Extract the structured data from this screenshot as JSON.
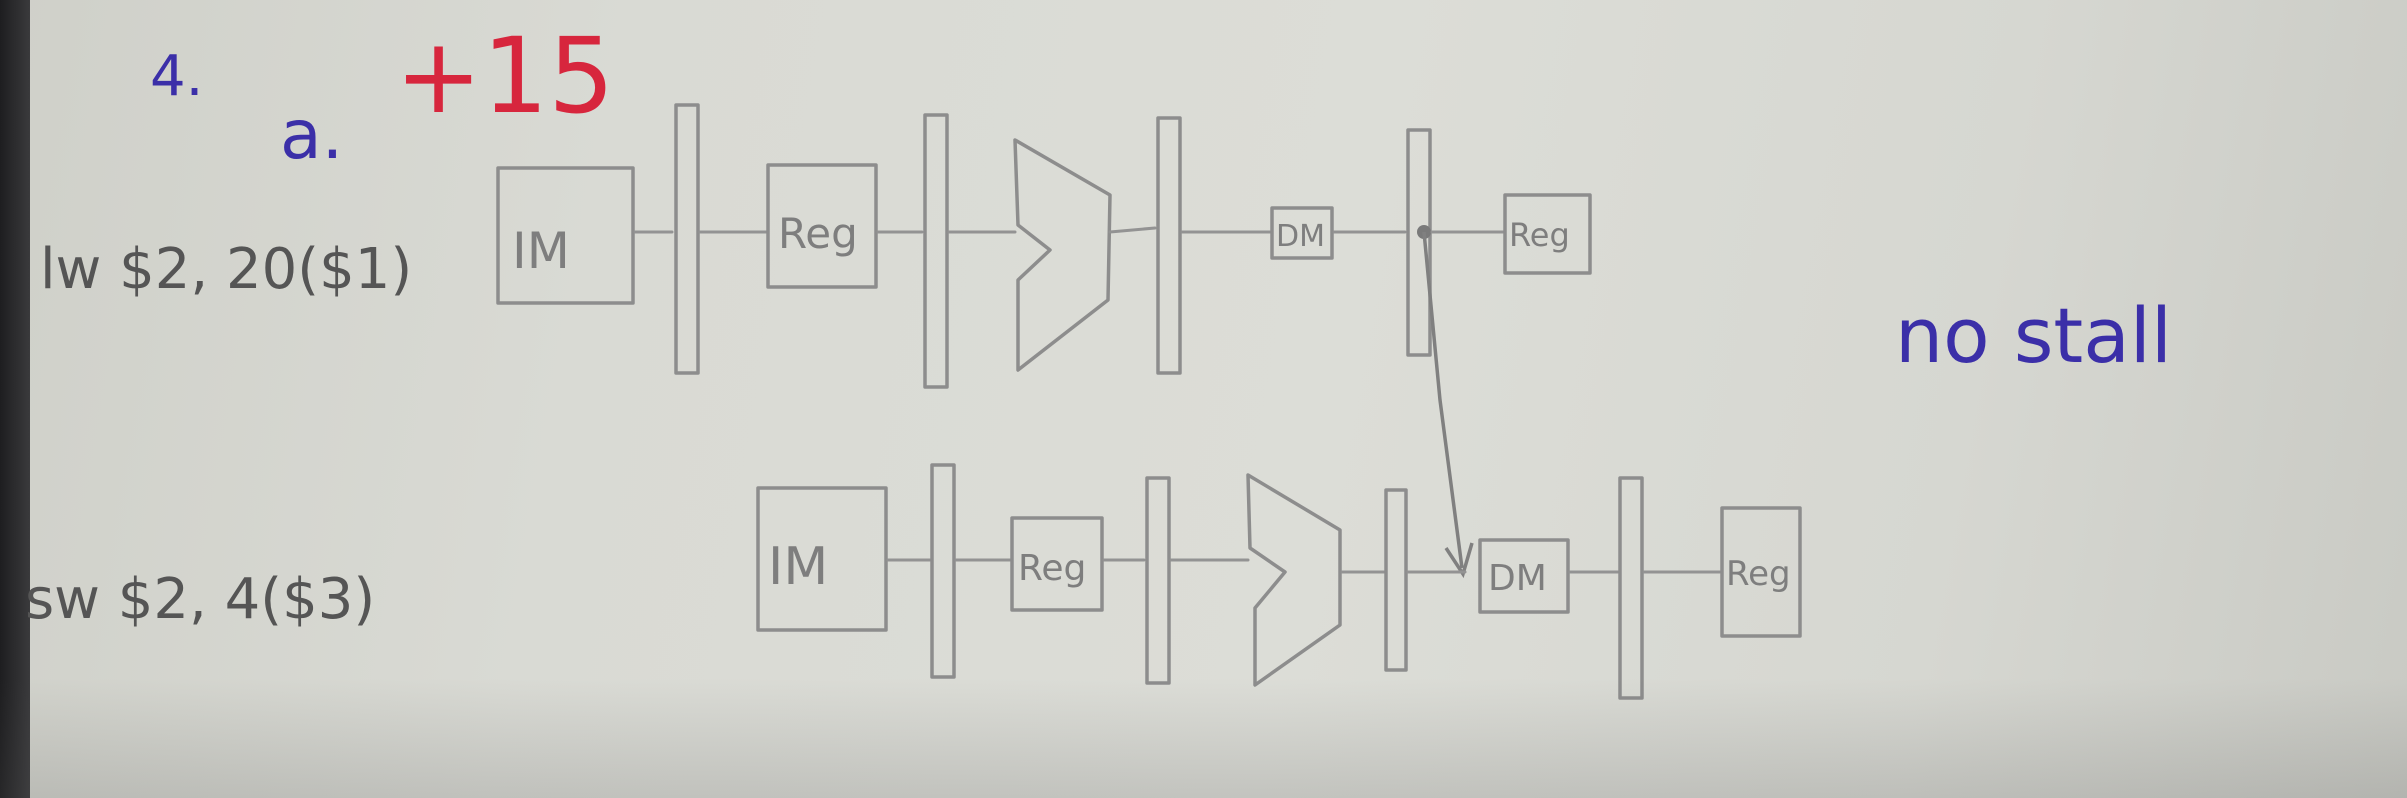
{
  "header": {
    "number": "4.",
    "part": "a.",
    "red_note": "+15"
  },
  "rows": [
    {
      "instruction": "lw $2, 20($1)",
      "stages": [
        "IM",
        "Reg",
        "DM",
        "Reg"
      ]
    },
    {
      "instruction": "sw $2, 4($3)",
      "stages": [
        "IM",
        "Reg",
        "DM",
        "Reg"
      ]
    }
  ],
  "conclusion": "no stall",
  "colors": {
    "pencil": "#8d8d8d",
    "ink_blue": "#3b2fa8",
    "ink_red": "#d7263d",
    "instruction_text": "#555555"
  }
}
